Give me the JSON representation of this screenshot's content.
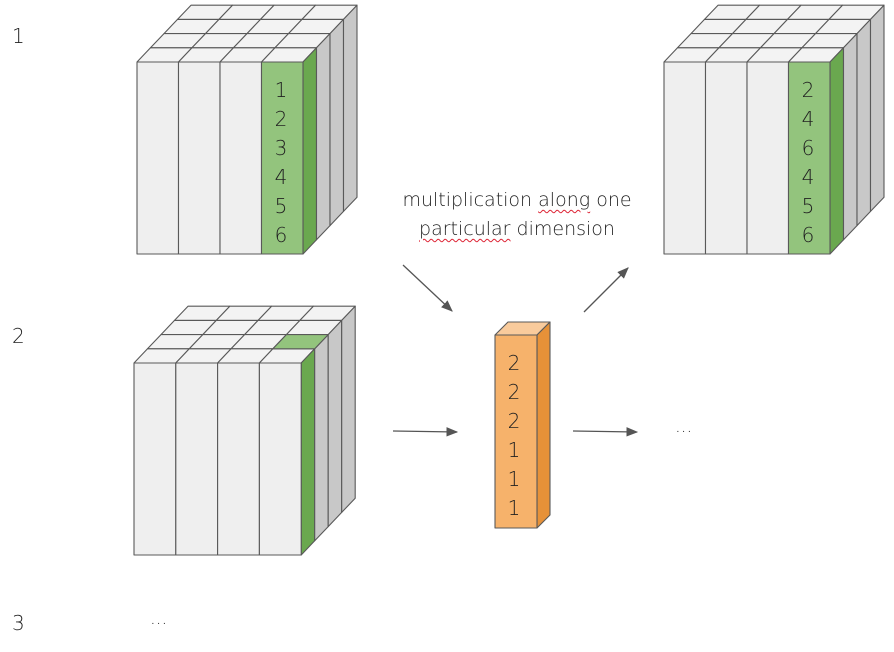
{
  "row_labels": [
    "1",
    "2",
    "3"
  ],
  "caption": {
    "line1_words": [
      "multiplication",
      "along",
      "one"
    ],
    "line2_words": [
      "particular",
      "dimension"
    ]
  },
  "input_column_values": [
    "1",
    "2",
    "3",
    "4",
    "5",
    "6"
  ],
  "multiplier_values": [
    "2",
    "2",
    "2",
    "1",
    "1",
    "1"
  ],
  "output_column_values": [
    "2",
    "4",
    "6",
    "4",
    "5",
    "6"
  ],
  "ellipsis": {
    "row2_result": "...",
    "row3_item": "..."
  },
  "colors": {
    "cube_face": "#efefef",
    "cube_top": "#f3f3f3",
    "cube_side": "#c8c8c8",
    "cube_outline": "#595959",
    "highlight_front": "#93c47d",
    "highlight_side": "#6aa84f",
    "multiplier_front": "#f6b26b",
    "multiplier_top": "#f9cb9c",
    "multiplier_side": "#e69138",
    "arrow": "#555555"
  }
}
